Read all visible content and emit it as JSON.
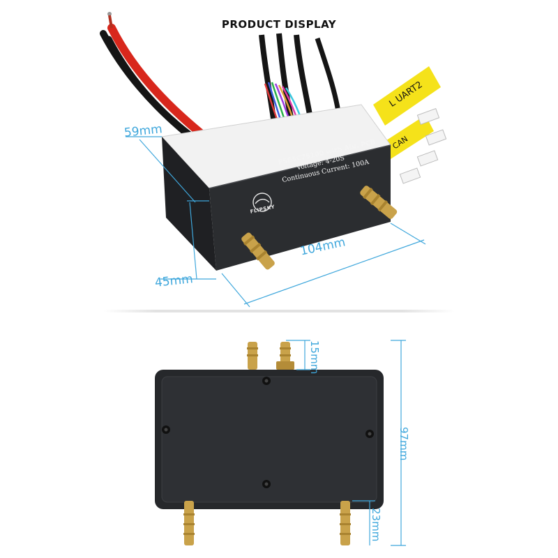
{
  "page": {
    "title": "PRODUCT DISPLAY"
  },
  "product": {
    "model": "FSESC75100 with Alu. PCB",
    "voltage": "Voltage: 4-20S",
    "current": "Continuous Current: 100A",
    "brand": "FLIPSKY",
    "tag_label_1": "L UART2",
    "tag_label_2": "CAN"
  },
  "dimensions": {
    "width": "59mm",
    "height": "45mm",
    "length": "104mm",
    "fitting_top": "15mm",
    "total_bottom": "97mm",
    "fitting_bottom": "23mm"
  },
  "colors": {
    "dimension_line": "#3fa7dc",
    "enclosure": "#2b2d30",
    "enclosure_top": "#f2f2f2",
    "wire_red": "#d8271c",
    "wire_black": "#151515",
    "brass": "#c9a24a",
    "tag_yellow": "#f5e21a"
  }
}
